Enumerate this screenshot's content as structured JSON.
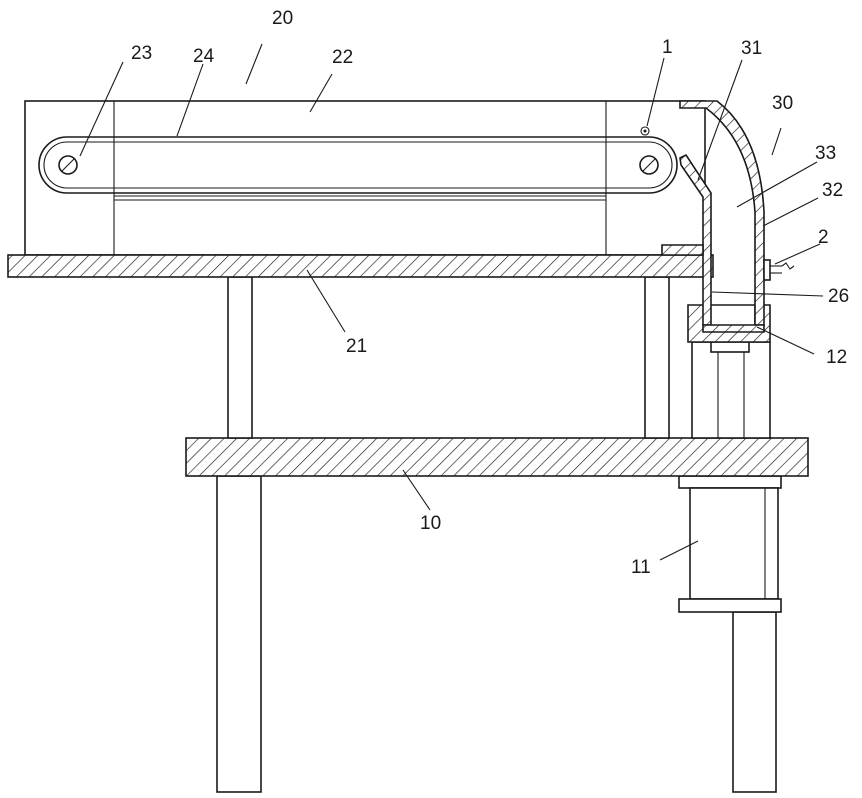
{
  "labels": {
    "l20": "20",
    "l23": "23",
    "l24": "24",
    "l22": "22",
    "l1": "1",
    "l31": "31",
    "l30": "30",
    "l33": "33",
    "l32": "32",
    "l2": "2",
    "l26": "26",
    "l21": "21",
    "l12": "12",
    "l10": "10",
    "l11": "11"
  }
}
